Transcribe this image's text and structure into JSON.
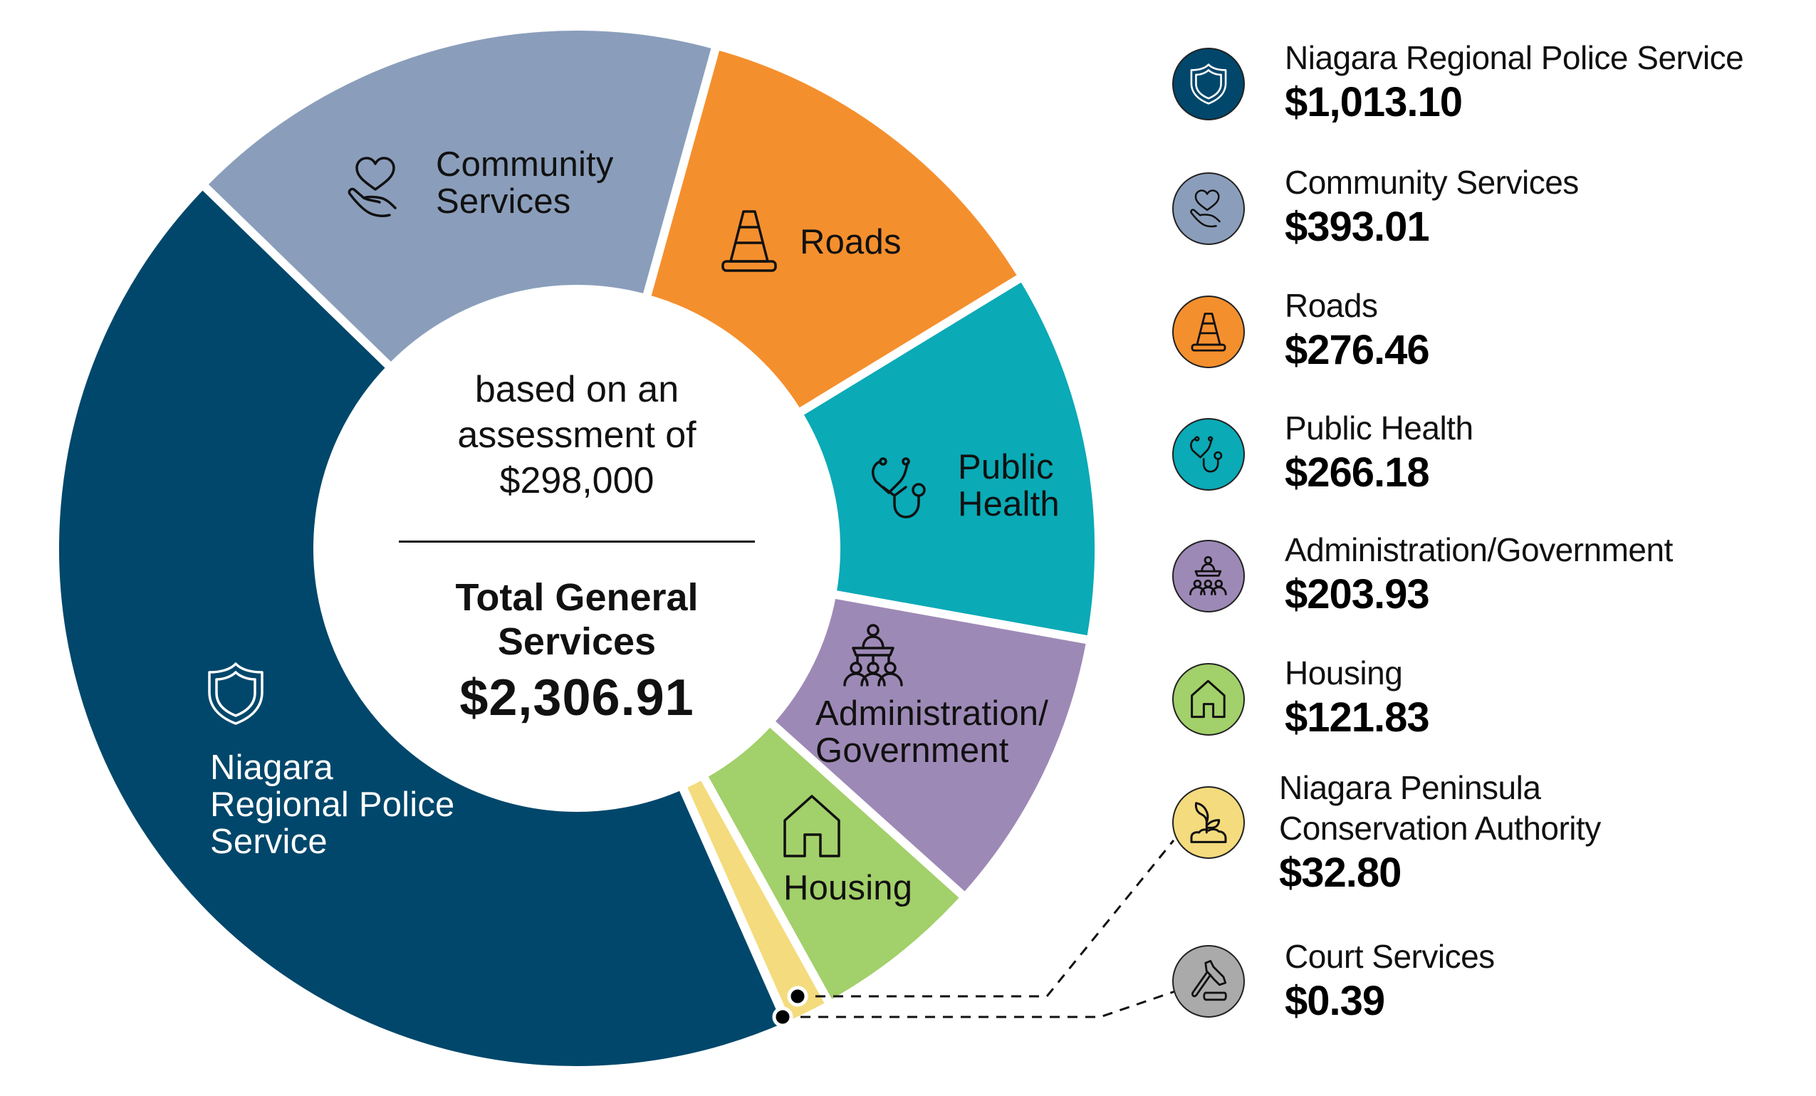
{
  "chart_data": {
    "type": "pie",
    "subtype": "donut",
    "title": "Total General Services",
    "subtitle": "based on an assessment of $298,000",
    "total": 2306.91,
    "total_label": "$2,306.91",
    "categories": [
      "Niagara Regional Police Service",
      "Community Services",
      "Roads",
      "Public Health",
      "Administration/Government",
      "Housing",
      "Niagara Peninsula Conservation Authority",
      "Court Services"
    ],
    "values": [
      1013.1,
      393.01,
      276.46,
      266.18,
      203.93,
      121.83,
      32.8,
      0.39
    ],
    "colors": [
      "#00476b",
      "#8a9ebb",
      "#f48f2d",
      "#0aaab6",
      "#9d89b6",
      "#a2d06a",
      "#f4db7d",
      "#aaaaaa"
    ],
    "legend_position": "right"
  },
  "center": {
    "line1": "based on an",
    "line2": "assessment of",
    "line3": "$298,000",
    "title_line1": "Total General",
    "title_line2": "Services",
    "total": "$2,306.91"
  },
  "segment_labels": {
    "police": [
      "Niagara",
      "Regional Police",
      "Service"
    ],
    "community": [
      "Community",
      "Services"
    ],
    "roads": [
      "Roads"
    ],
    "public_health": [
      "Public",
      "Health"
    ],
    "admin": [
      "Administration/",
      "Government"
    ],
    "housing": [
      "Housing"
    ]
  },
  "legend": [
    {
      "name": "Niagara Regional Police Service",
      "value": "$1,013.10",
      "icon": "shield-icon",
      "color": "#00476b"
    },
    {
      "name": "Community Services",
      "value": "$393.01",
      "icon": "heart-hand-icon",
      "color": "#8a9ebb"
    },
    {
      "name": "Roads",
      "value": "$276.46",
      "icon": "traffic-cone-icon",
      "color": "#f48f2d"
    },
    {
      "name": "Public Health",
      "value": "$266.18",
      "icon": "stethoscope-icon",
      "color": "#0aaab6"
    },
    {
      "name": "Administration/Government",
      "value": "$203.93",
      "icon": "podium-audience-icon",
      "color": "#9d89b6"
    },
    {
      "name": "Housing",
      "value": "$121.83",
      "icon": "house-icon",
      "color": "#a2d06a"
    },
    {
      "name_line1": "Niagara Peninsula",
      "name_line2": "Conservation Authority",
      "value": "$32.80",
      "icon": "sprout-icon",
      "color": "#f4db7d"
    },
    {
      "name": "Court Services",
      "value": "$0.39",
      "icon": "gavel-icon",
      "color": "#aaaaaa"
    }
  ]
}
